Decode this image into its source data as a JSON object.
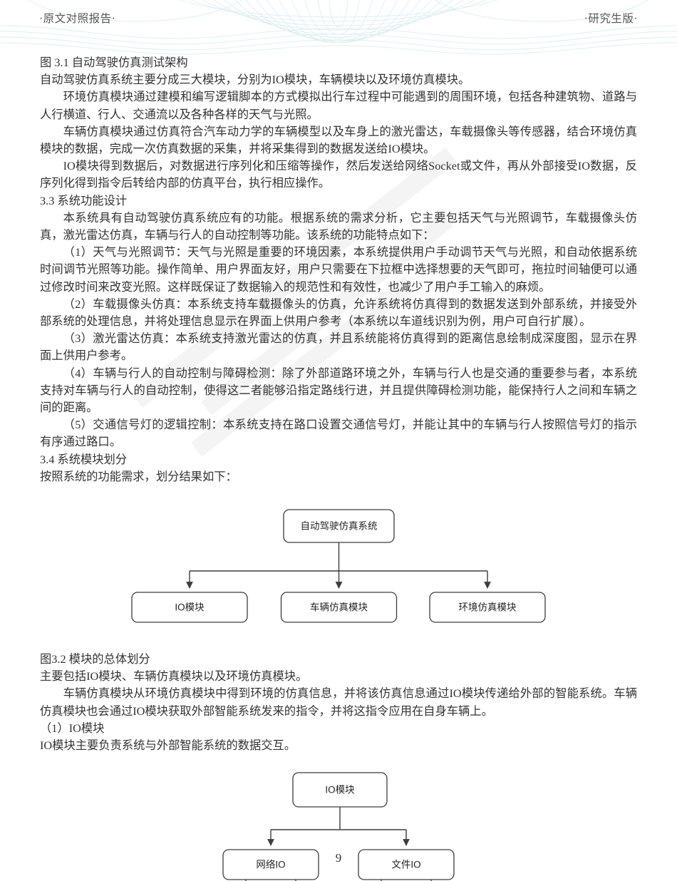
{
  "page": {
    "number": "9",
    "accent_color": "#d6ecef",
    "text_color": "#333333"
  },
  "header": {
    "left": "·原文对照报告·",
    "right": "·研究生版·"
  },
  "body": {
    "fig_caption_3_1": "图 3.1  自动驾驶仿真测试架构",
    "p1": "自动驾驶仿真系统主要分成三大模块，分别为IO模块，车辆模块以及环境仿真模块。",
    "p2": "环境仿真模块通过建模和编写逻辑脚本的方式模拟出行车过程中可能遇到的周围环境，包括各种建筑物、道路与人行横道、行人、交通流以及各种各样的天气与光照。",
    "p3": "车辆仿真模块通过仿真符合汽车动力学的车辆模型以及车身上的激光雷达，车载摄像头等传感器，结合环境仿真模块的数据，完成一次仿真数据的采集，并将采集得到的数据发送给IO模块。",
    "p4": "IO模块得到数据后，对数据进行序列化和压缩等操作，然后发送给网络Socket或文件，再从外部接受IO数据，反序列化得到指令后转给内部的仿真平台，执行相应操作。",
    "heading_3_3": "3.3  系统功能设计",
    "p5": "本系统具有自动驾驶仿真系统应有的功能。根据系统的需求分析，它主要包括天气与光照调节，车载摄像头仿真，激光雷达仿真，车辆与行人的自动控制等功能。该系统的功能特点如下：",
    "p6": "（1）天气与光照调节：天气与光照是重要的环境因素，本系统提供用户手动调节天气与光照，和自动依据系统时间调节光照等功能。操作简单、用户界面友好，用户只需要在下拉框中选择想要的天气即可，拖拉时间轴便可以通过修改时间来改变光照。这样既保证了数据输入的规范性和有效性，也减少了用户手工输入的麻烦。",
    "p7": "（2）车载摄像头仿真：本系统支持车载摄像头的仿真，允许系统将仿真得到的数据发送到外部系统，并接受外部系统的处理信息，并将处理信息显示在界面上供用户参考（本系统以车道线识别为例，用户可自行扩展）。",
    "p8": "（3）激光雷达仿真：本系统支持激光雷达的仿真，并且系统能将仿真得到的距离信息绘制成深度图，显示在界面上供用户参考。",
    "p9": "（4）车辆与行人的自动控制与障碍检测：除了外部道路环境之外，车辆与行人也是交通的重要参与者，本系统支持对车辆与行人的自动控制，使得这二者能够沿指定路线行进，并且提供障碍检测功能，能保持行人之间和车辆之间的距离。",
    "p10": "（5）交通信号灯的逻辑控制：本系统支持在路口设置交通信号灯，并能让其中的车辆与行人按照信号灯的指示有序通过路口。",
    "heading_3_4": "3.4  系统模块划分",
    "p11": "按照系统的功能需求，划分结果如下：",
    "fig_caption_3_2": "图3.2  模块的总体划分",
    "p12": "主要包括IO模块、车辆仿真模块以及环境仿真模块。",
    "p13": "车辆仿真模块从环境仿真模块中得到环境的仿真信息，并将该仿真信息通过IO模块传递给外部的智能系统。车辆仿真模块也会通过IO模块获取外部智能系统发来的指令，并将这指令应用在自身车辆上。",
    "p14": "（1）IO模块",
    "p15": "IO模块主要负责系统与外部智能系统的数据交互。"
  },
  "diagram_1": {
    "root": "自动驾驶仿真系统",
    "children": [
      "IO模块",
      "车辆仿真模块",
      "环境仿真模块"
    ]
  },
  "diagram_2": {
    "root": "IO模块",
    "children": [
      "网络IO",
      "文件IO"
    ]
  }
}
